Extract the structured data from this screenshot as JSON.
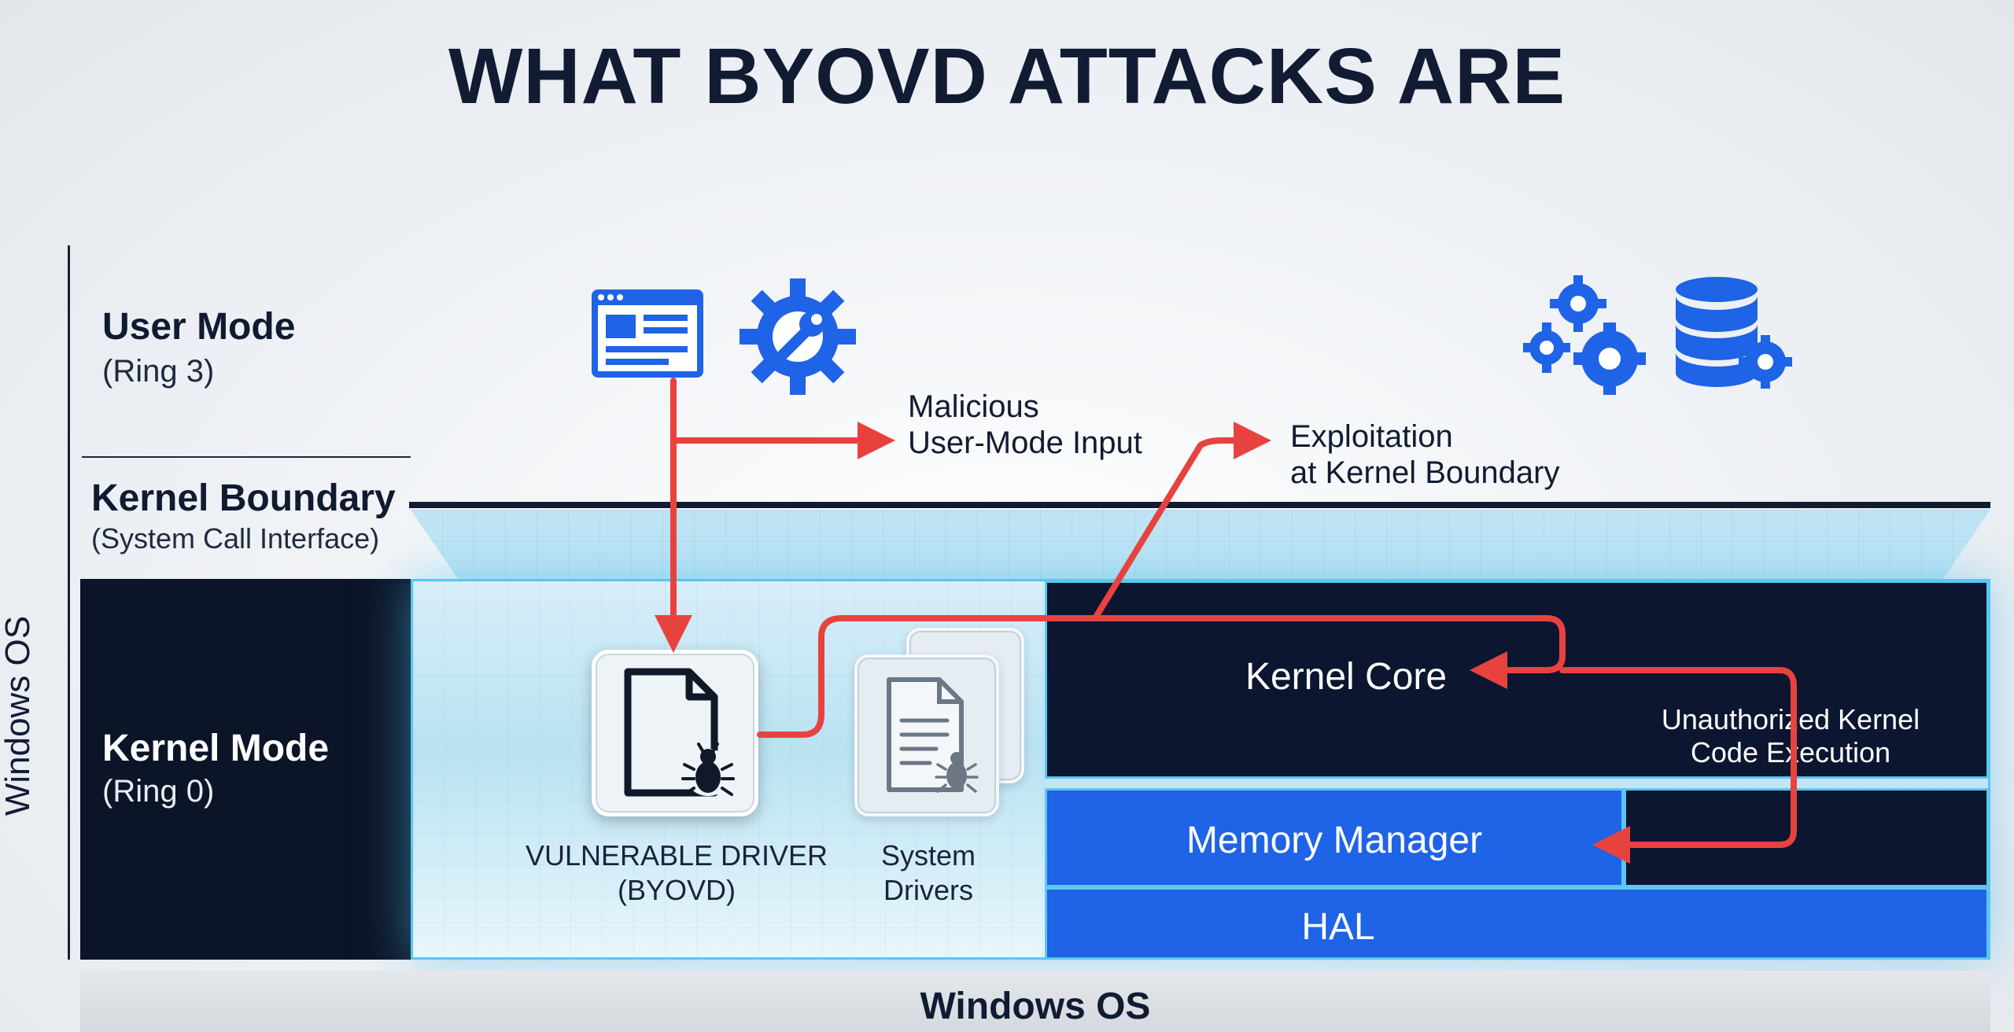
{
  "title": "WHAT BYOVD ATTACKS ARE",
  "side_label": "Windows OS",
  "layers": {
    "user_mode": {
      "title": "User Mode",
      "sub": "(Ring 3)"
    },
    "kernel_boundary": {
      "title": "Kernel Boundary",
      "sub": "(System Call Interface)"
    },
    "kernel_mode": {
      "title": "Kernel Mode",
      "sub": "(Ring 0)"
    }
  },
  "components": {
    "vulnerable_driver": {
      "line1": "VULNERABLE DRIVER",
      "line2": "(BYOVD)"
    },
    "system_drivers": {
      "line1": "System",
      "line2": "Drivers"
    },
    "kernel_core": "Kernel Core",
    "memory_manager": "Memory Manager",
    "hal": "HAL"
  },
  "annotations": {
    "malicious_input": {
      "line1": "Malicious",
      "line2": "User-Mode Input"
    },
    "exploitation": {
      "line1": "Exploitation",
      "line2": "at Kernel Boundary"
    },
    "unauthorized": {
      "line1": "Unauthorized Kernel",
      "line2": "Code Execution"
    }
  },
  "footer": "Windows OS",
  "icons": {
    "user_app": "browser-window-icon",
    "user_tool": "gear-wrench-icon",
    "services": "gears-icon",
    "database": "database-gear-icon",
    "driver": "document-bug-icon",
    "system_driver": "document-bug-icon"
  },
  "colors": {
    "attack_arrow": "#e8423f",
    "kernel_dark": "#0c1630",
    "kernel_blue": "#1f63e6",
    "glow": "#5dc6ee",
    "icon_blue": "#1f63e6"
  }
}
